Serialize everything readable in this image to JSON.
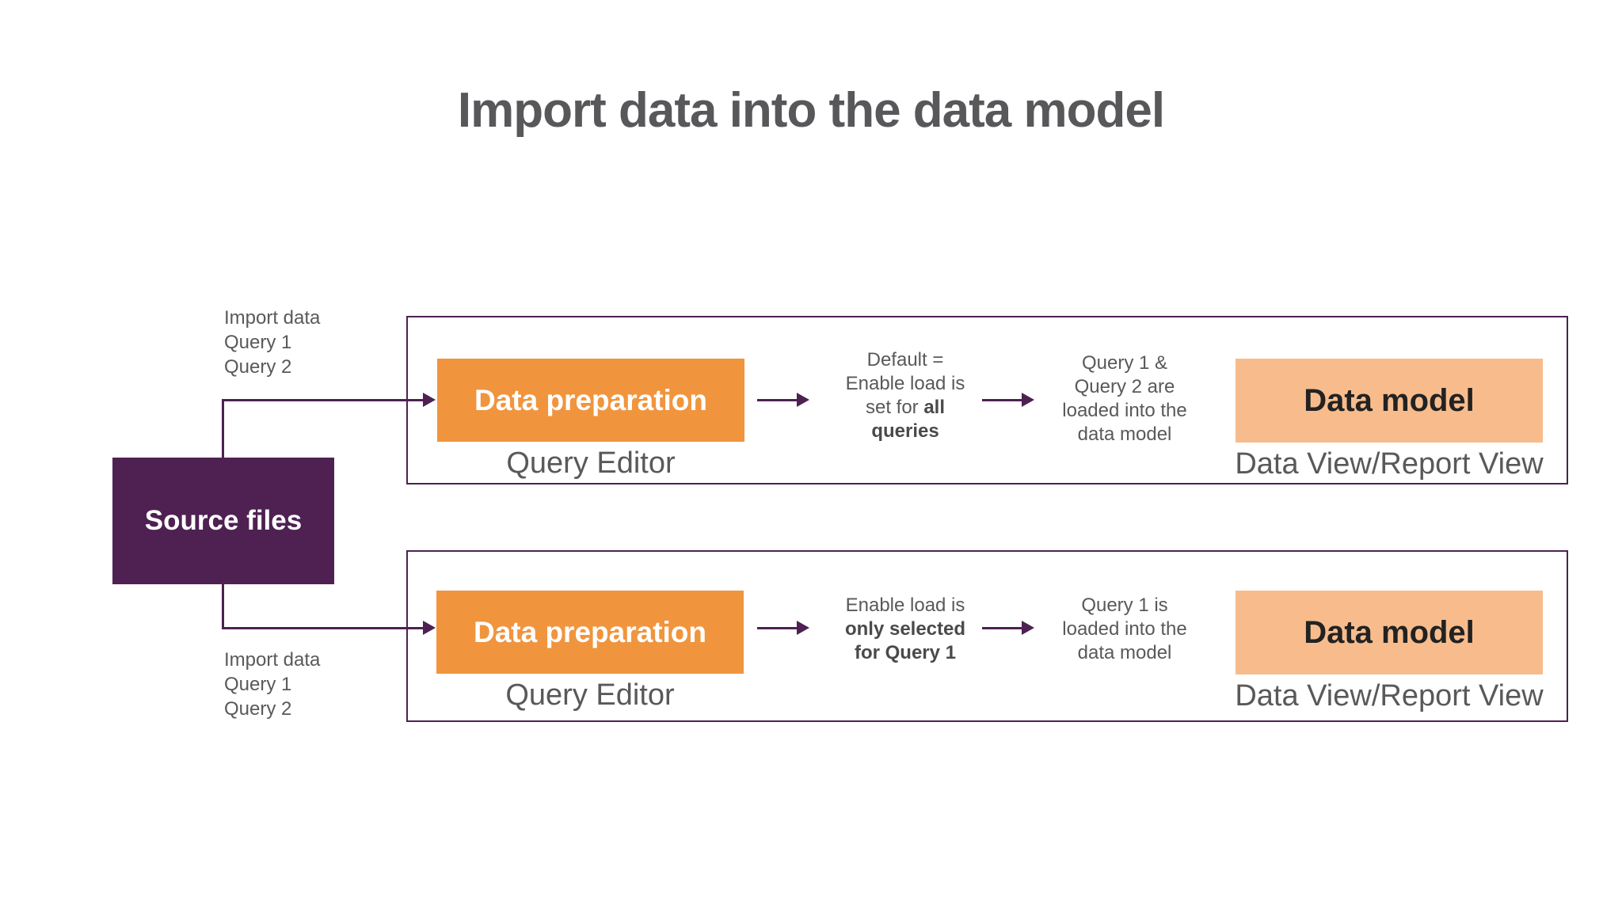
{
  "title": "Import data into the data model",
  "colors": {
    "purple": "#4E2152",
    "orange": "#F0953E",
    "peach": "#F8BC8C",
    "gray_text": "#595959",
    "title_gray": "#58585B",
    "dark_text": "#222222",
    "background": "#FFFFFF"
  },
  "source_box": {
    "label": "Source files"
  },
  "side_notes": {
    "top": [
      "Import data",
      "Query 1",
      "Query 2"
    ],
    "bottom": [
      "Import data",
      "Query 1",
      "Query 2"
    ]
  },
  "rows": [
    {
      "prep_box": "Data preparation",
      "prep_caption": "Query Editor",
      "note_load": [
        [
          {
            "text": "Default ="
          }
        ],
        [
          {
            "text": "Enable load is"
          }
        ],
        [
          {
            "text": "set for "
          },
          {
            "text": "all",
            "bold": true
          }
        ],
        [
          {
            "text": "queries",
            "bold": true
          }
        ]
      ],
      "note_result": [
        [
          {
            "text": "Query 1 &"
          }
        ],
        [
          {
            "text": "Query 2 are"
          }
        ],
        [
          {
            "text": "loaded into the"
          }
        ],
        [
          {
            "text": "data model"
          }
        ]
      ],
      "model_box": "Data model",
      "model_caption": "Data View/Report View"
    },
    {
      "prep_box": "Data preparation",
      "prep_caption": "Query Editor",
      "note_load": [
        [
          {
            "text": "Enable load is"
          }
        ],
        [
          {
            "text": "only selected",
            "bold": true
          }
        ],
        [
          {
            "text": "for Query 1",
            "bold": true
          }
        ]
      ],
      "note_result": [
        [
          {
            "text": "Query 1 is"
          }
        ],
        [
          {
            "text": "loaded into the"
          }
        ],
        [
          {
            "text": "data model"
          }
        ]
      ],
      "model_box": "Data model",
      "model_caption": "Data View/Report View"
    }
  ]
}
